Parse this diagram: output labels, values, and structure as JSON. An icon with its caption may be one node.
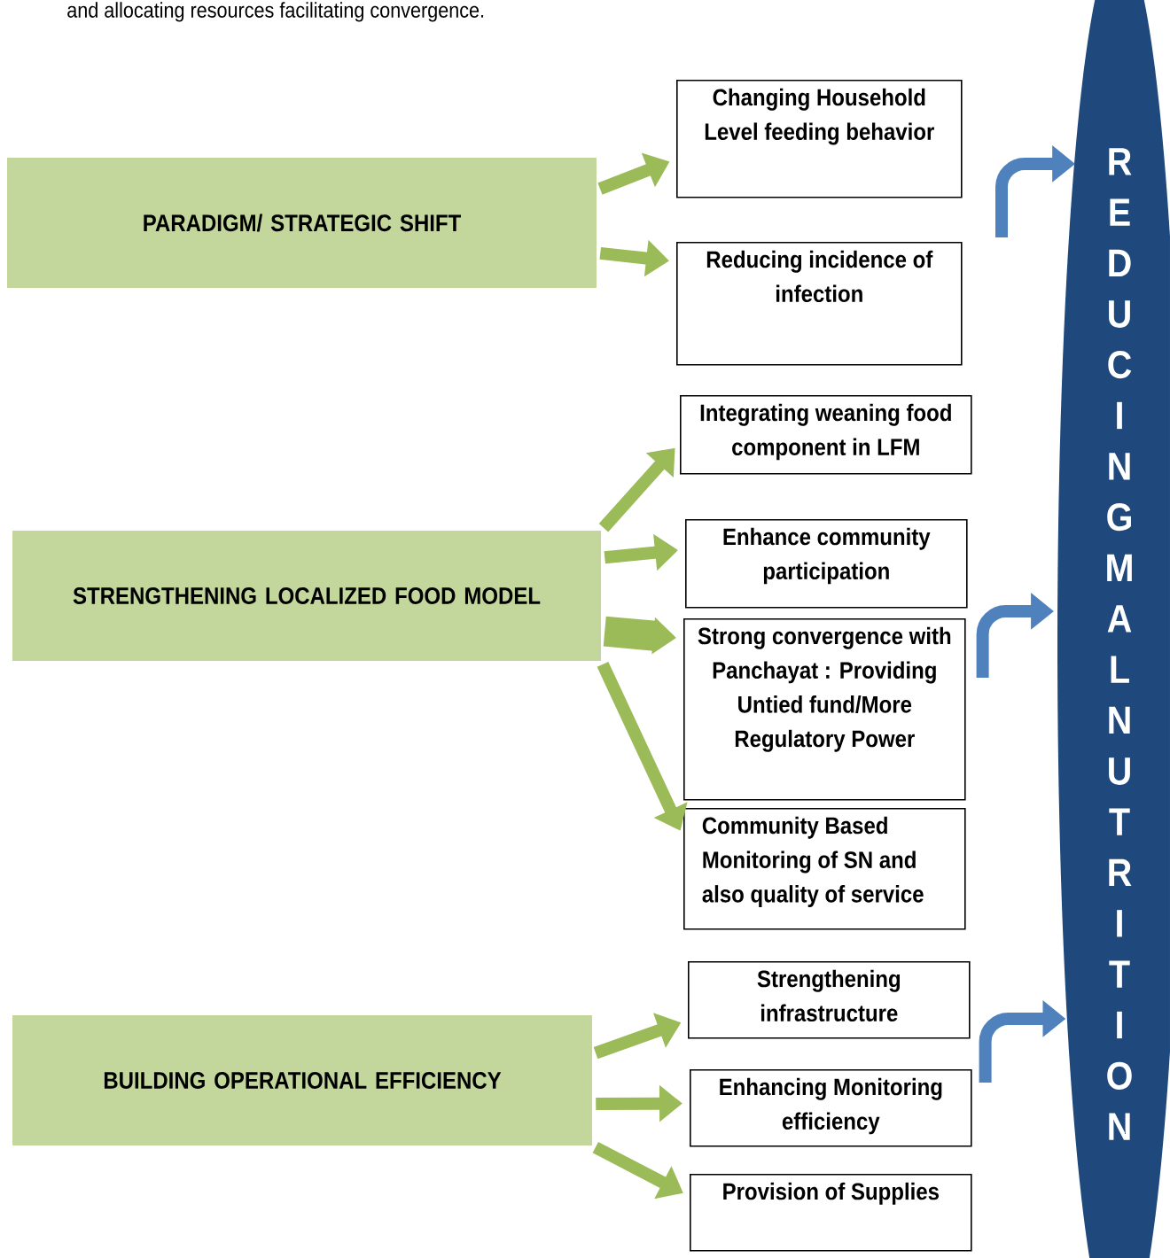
{
  "diagram": {
    "nodes": [
      {
        "text": [
          "PARADIGM/ STRATEGIC SHIFT"
        ]
      },
      {
        "text": [
          "Changing Household Level feeding behavior"
        ]
      },
      {
        "text": [
          "Reducing incidence of infection"
        ]
      },
      {
        "text": [
          "STRENGTHENING LOCALIZED FOOD MODEL"
        ]
      },
      {
        "text": [
          "Integrating weaning food component in LFM"
        ]
      },
      {
        "text": [
          "Enhance community participation"
        ]
      },
      {
        "text": [
          "Strong convergence with Panchayat : Providing Untied fund/More Regulatory Power"
        ]
      },
      {
        "text": [
          "Community Based Monitoring of SN and also quality of service"
        ]
      },
      {
        "text": [
          "BUILDING OPERATIONAL EFFICIENCY"
        ]
      },
      {
        "text": [
          "Strengthening infrastructure"
        ]
      },
      {
        "text": [
          "Enhancing Monitoring efficiency"
        ]
      },
      {
        "text": [
          "Provision of Supplies"
        ]
      },
      {
        "text": [
          "REDUCING MALNUTRITION"
        ]
      }
    ],
    "edges": [
      {
        "from": 0,
        "to": 1,
        "arrow": "to"
      },
      {
        "from": 0,
        "to": 2,
        "arrow": "to"
      },
      {
        "from": 3,
        "to": 4,
        "arrow": "to"
      },
      {
        "from": 3,
        "to": 5,
        "arrow": "to"
      },
      {
        "from": 3,
        "to": 6,
        "arrow": "to",
        "style": "thick"
      },
      {
        "from": 3,
        "to": 7,
        "arrow": "to"
      },
      {
        "from": 8,
        "to": 9,
        "arrow": "to"
      },
      {
        "from": 8,
        "to": 10,
        "arrow": "to"
      },
      {
        "from": 8,
        "to": 11,
        "arrow": "to"
      },
      {
        "from": null,
        "to": 12,
        "arrow": "to",
        "color": "#4f81bd"
      },
      {
        "from": 6,
        "to": 12,
        "arrow": "to",
        "color": "#4f81bd"
      },
      {
        "from": 10,
        "to": 12,
        "arrow": "to",
        "color": "#4f81bd"
      }
    ],
    "labels": [
      "and allocating resources facilitating convergence."
    ]
  }
}
